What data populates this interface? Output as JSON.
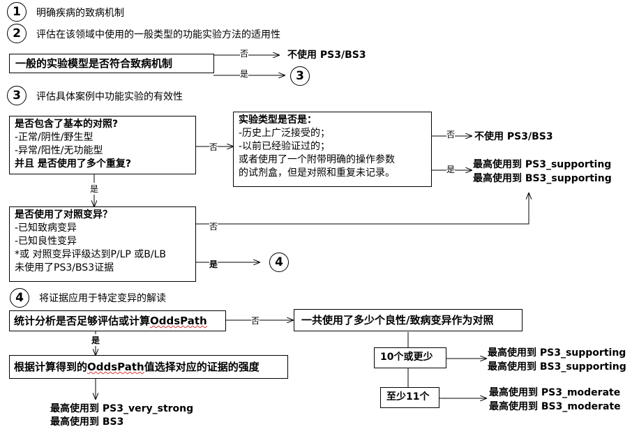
{
  "steps": {
    "s1": {
      "num": "1",
      "text": "明确疾病的致病机制"
    },
    "s2": {
      "num": "2",
      "text": "评估在该领域中使用的一般类型的功能实验方法的适用性"
    },
    "s3": {
      "num": "3",
      "text": "评估具体案例中功能实验的有效性"
    },
    "s4": {
      "num": "4",
      "text": "将证据应用于特定变异的解读"
    }
  },
  "box_model": {
    "text": "一般的实验模型是否符合致病机制"
  },
  "model_no_label": "否",
  "model_yes_label": "是",
  "model_no_result": "不使用 PS3/BS3",
  "model_yes_target": "3",
  "box_controls": {
    "title": "是否包含了基本的对照?",
    "line1": "-正常/阴性/野生型",
    "line2": "-异常/阳性/无功能型",
    "line3": "并且 是否使用了多个重复?"
  },
  "controls_no_label": "否",
  "controls_yes_label": "是",
  "box_assay": {
    "title": "实验类型是否是：",
    "line1": "-历史上广泛接受的；",
    "line2": "-以前已经验证过的；",
    "line3": "或者使用了一个附带明确的操作参数",
    "line4": "的试剂盒，但是对照和重复未记录。"
  },
  "assay_no_label": "否",
  "assay_no_result": "不使用 PS3/BS3",
  "assay_yes_label": "是",
  "assay_yes_result_1": "最高使用到 PS3_supporting",
  "assay_yes_result_2": "最高使用到 BS3_supporting",
  "box_variant_controls": {
    "title": "是否使用了对照变异？",
    "line1": "-已知致病变异",
    "line2": "-已知良性变异",
    "line3": "*或 对照变异评级达到P/LP 或B/LB",
    "line4": "未使用了PS3/BS3证据"
  },
  "variant_controls_no_label": "否",
  "variant_controls_yes_label": "是",
  "variant_controls_yes_target": "4",
  "box_stats": {
    "text_a": "统计分析是否足够评估或计算",
    "text_b": "OddsPath"
  },
  "stats_no_label": "否",
  "stats_yes_label": "是",
  "box_count": {
    "text": "一共使用了多少个良性/致病变异作为对照"
  },
  "box_le10": {
    "text": "10个或更少"
  },
  "le10_result_1": "最高使用到 PS3_supporting",
  "le10_result_2": "最高使用到 BS3_supporting",
  "box_ge11": {
    "text": "至少11个"
  },
  "ge11_result_1": "最高使用到 PS3_moderate",
  "ge11_result_2": "最高使用到 BS3_moderate",
  "box_oddspath": {
    "text_a": "根据计算得到的",
    "text_b": "OddsPath",
    "text_c": "值选择对应的证据的强度"
  },
  "oddspath_result_1": "最高使用到 PS3_very_strong",
  "oddspath_result_2": "最高使用到 BS3"
}
